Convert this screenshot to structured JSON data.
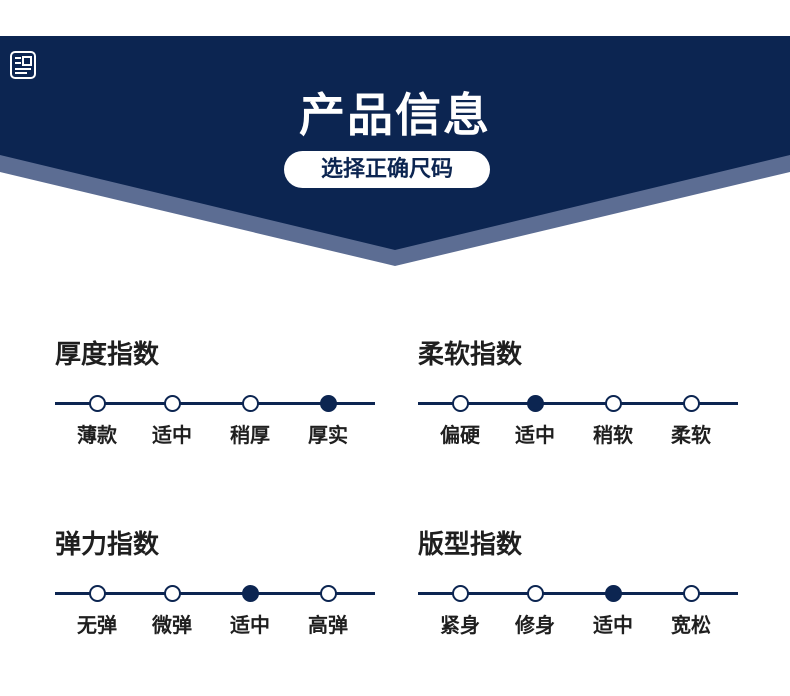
{
  "header": {
    "title": "产品信息",
    "subtitle": "选择正确尺码",
    "icon": "document-icon",
    "colors": {
      "banner": "#0c2551",
      "accent_band": "#5c6d93"
    }
  },
  "sections": [
    {
      "title": "厚度指数",
      "options": [
        "薄款",
        "适中",
        "稍厚",
        "厚实"
      ],
      "selected_index": 3
    },
    {
      "title": "柔软指数",
      "options": [
        "偏硬",
        "适中",
        "稍软",
        "柔软"
      ],
      "selected_index": 1
    },
    {
      "title": "弹力指数",
      "options": [
        "无弹",
        "微弹",
        "适中",
        "高弹"
      ],
      "selected_index": 2
    },
    {
      "title": "版型指数",
      "options": [
        "紧身",
        "修身",
        "适中",
        "宽松"
      ],
      "selected_index": 2
    }
  ]
}
